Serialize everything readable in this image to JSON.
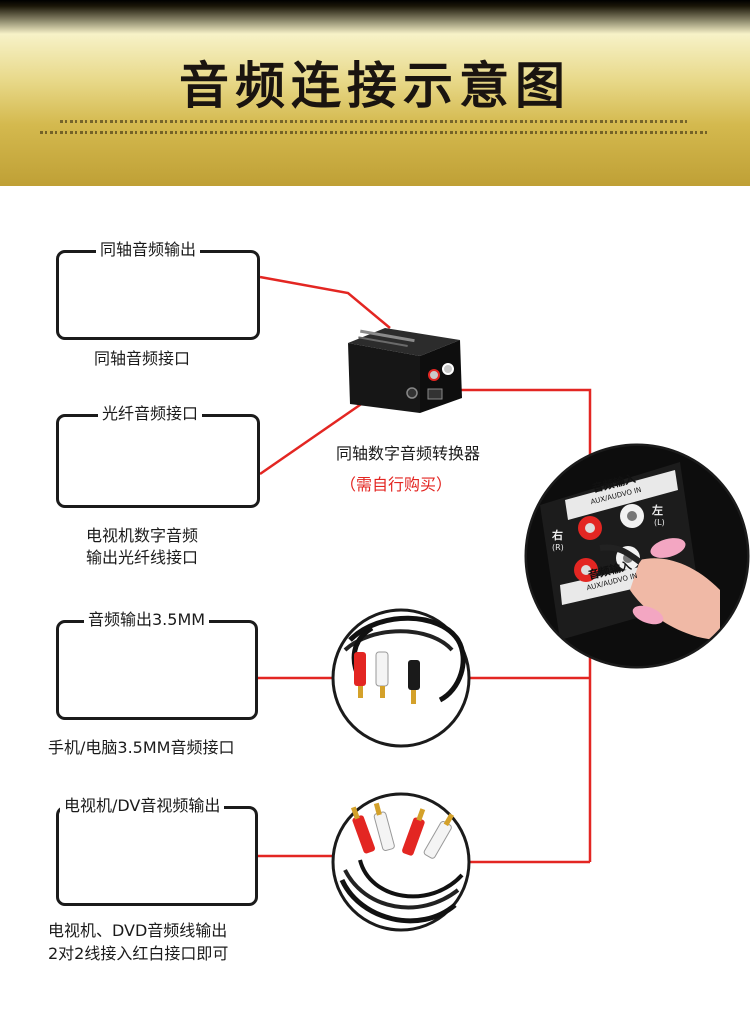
{
  "header": {
    "title": "音频连接示意图"
  },
  "coaxial": {
    "box_title": "同轴音频输出",
    "caption": "同轴音频接口"
  },
  "optical": {
    "box_title": "光纤音频接口",
    "caption_line1": "电视机数字音频",
    "caption_line2": "输出光纤线接口"
  },
  "converter": {
    "name": "同轴数字音频转换器",
    "note": "（需自行购买）"
  },
  "aux35": {
    "box_title": "音频输出3.5MM",
    "caption": "手机/电脑3.5MM音频接口"
  },
  "tvdv": {
    "box_title": "电视机/DV音视频输出",
    "caption_line1": "电视机、DVD音频线输出",
    "caption_line2": "2对2线接入红白接口即可"
  },
  "speaker_panel": {
    "label_top": "音频输入",
    "label_top_en": "AUX/AUDVO IN",
    "label_bottom": "音频输入",
    "label_bottom_en": "AUX/AUDVO IN",
    "left": "左",
    "left_en": "(L)",
    "right": "右",
    "right_en": "(R)"
  },
  "colors": {
    "line_red": "#e32622",
    "coax_orange": "#f5a800",
    "rca_red": "#e32622",
    "rca_yellow": "#f2d600",
    "header_gold": "#d4b94e"
  }
}
